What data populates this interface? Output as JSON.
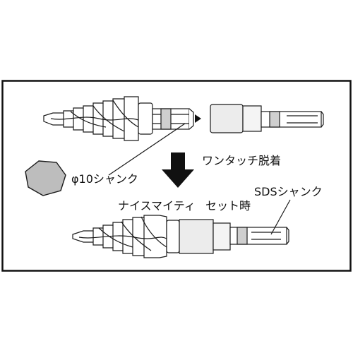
{
  "labels": {
    "phi_shank": "φ10シャンク",
    "one_touch": "ワンタッチ脱着",
    "nice_mighty": "ナイスマイティ",
    "set_time": "セット時",
    "sds_shank": "SDSシャンク"
  },
  "colors": {
    "border": "#111111",
    "line": "#1a1a1a",
    "fill": "#ffffff",
    "shade": "#bdbdbd",
    "arrow": "#111111"
  }
}
